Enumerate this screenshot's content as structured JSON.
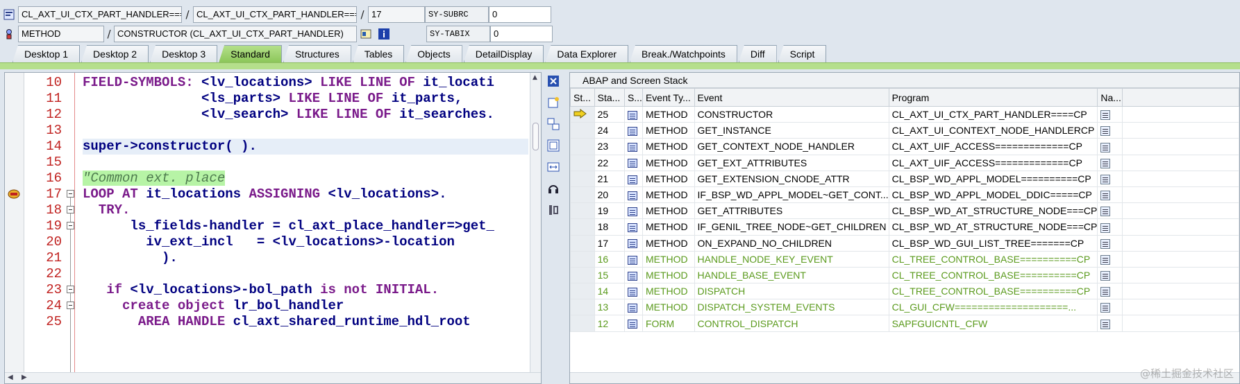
{
  "header": {
    "row1": {
      "class_field": "CL_AXT_UI_CTX_PART_HANDLER===...",
      "program_field": "CL_AXT_UI_CTX_PART_HANDLER===...",
      "line_field": "17",
      "sysvar_label": "SY-SUBRC",
      "sysvar_value": "0"
    },
    "row2": {
      "type_field": "METHOD",
      "method_field": "CONSTRUCTOR (CL_AXT_UI_CTX_PART_HANDLER)",
      "sysvar_label": "SY-TABIX",
      "sysvar_value": "0"
    },
    "separator": "/"
  },
  "tabs": [
    {
      "label": "Desktop 1",
      "active": false
    },
    {
      "label": "Desktop 2",
      "active": false
    },
    {
      "label": "Desktop 3",
      "active": false
    },
    {
      "label": "Standard",
      "active": true
    },
    {
      "label": "Structures",
      "active": false
    },
    {
      "label": "Tables",
      "active": false
    },
    {
      "label": "Objects",
      "active": false
    },
    {
      "label": "DetailDisplay",
      "active": false
    },
    {
      "label": "Data Explorer",
      "active": false
    },
    {
      "label": "Break./Watchpoints",
      "active": false
    },
    {
      "label": "Diff",
      "active": false
    },
    {
      "label": "Script",
      "active": false
    }
  ],
  "code": {
    "line_numbers": [
      "10",
      "11",
      "12",
      "13",
      "14",
      "15",
      "16",
      "17",
      "18",
      "19",
      "20",
      "21",
      "22",
      "23",
      "24",
      "25"
    ],
    "lines": [
      {
        "k1": "FIELD-SYMBOLS: ",
        "t1": "<lv_locations> ",
        "k2": "LIKE LINE OF ",
        "t2": "it_locati"
      },
      {
        "k1": "",
        "t1": "               <ls_parts> ",
        "k2": "LIKE LINE OF ",
        "t2": "it_parts,"
      },
      {
        "k1": "",
        "t1": "               <lv_search> ",
        "k2": "LIKE LINE OF ",
        "t2": "it_searches."
      },
      {
        "k1": "",
        "t1": "",
        "k2": "",
        "t2": ""
      },
      {
        "k1": "",
        "t1": "super->constructor( ).",
        "k2": "",
        "t2": ""
      },
      {
        "k1": "",
        "t1": "",
        "k2": "",
        "t2": ""
      },
      {
        "k1": "",
        "t1": "",
        "k2": "",
        "t2": "",
        "comment": "\"Common ext. place"
      },
      {
        "k1": "LOOP AT ",
        "t1": "it_locations ",
        "k2": "ASSIGNING ",
        "t2": "<lv_locations>."
      },
      {
        "k1": "  TRY.",
        "t1": "",
        "k2": "",
        "t2": ""
      },
      {
        "k1": "",
        "t1": "      ls_fields-handler = cl_axt_place_handler=>get_",
        "k2": "",
        "t2": ""
      },
      {
        "k1": "",
        "t1": "        iv_ext_incl   = <lv_locations>-location",
        "k2": "",
        "t2": ""
      },
      {
        "k1": "",
        "t1": "          ).",
        "k2": "",
        "t2": ""
      },
      {
        "k1": "",
        "t1": "",
        "k2": "",
        "t2": ""
      },
      {
        "k1": "   if ",
        "t1": "<lv_locations>-bol_path ",
        "k2": "is not INITIAL.",
        "t2": ""
      },
      {
        "k1": "     create object ",
        "t1": "lr_bol_handler",
        "k2": "",
        "t2": ""
      },
      {
        "k1": "       AREA HANDLE ",
        "t1": "cl_axt_shared_runtime_hdl_root",
        "k2": "",
        "t2": ""
      }
    ]
  },
  "stack": {
    "title": "ABAP and Screen Stack",
    "columns": [
      "St...",
      "Sta...",
      "S...",
      "Event Ty...",
      "Event",
      "Program",
      "Na..."
    ],
    "rows": [
      {
        "level": "25",
        "type": "METHOD",
        "event": "CONSTRUCTOR",
        "program": "CL_AXT_UI_CTX_PART_HANDLER====CP",
        "current": true,
        "greyed": false
      },
      {
        "level": "24",
        "type": "METHOD",
        "event": "GET_INSTANCE",
        "program": "CL_AXT_UI_CONTEXT_NODE_HANDLERCP",
        "current": false,
        "greyed": false
      },
      {
        "level": "23",
        "type": "METHOD",
        "event": "GET_CONTEXT_NODE_HANDLER",
        "program": "CL_AXT_UIF_ACCESS=============CP",
        "current": false,
        "greyed": false
      },
      {
        "level": "22",
        "type": "METHOD",
        "event": "GET_EXT_ATTRIBUTES",
        "program": "CL_AXT_UIF_ACCESS=============CP",
        "current": false,
        "greyed": false
      },
      {
        "level": "21",
        "type": "METHOD",
        "event": "GET_EXTENSION_CNODE_ATTR",
        "program": "CL_BSP_WD_APPL_MODEL==========CP",
        "current": false,
        "greyed": false
      },
      {
        "level": "20",
        "type": "METHOD",
        "event": "IF_BSP_WD_APPL_MODEL~GET_CONT...",
        "program": "CL_BSP_WD_APPL_MODEL_DDIC=====CP",
        "current": false,
        "greyed": false
      },
      {
        "level": "19",
        "type": "METHOD",
        "event": "GET_ATTRIBUTES",
        "program": "CL_BSP_WD_AT_STRUCTURE_NODE===CP",
        "current": false,
        "greyed": false
      },
      {
        "level": "18",
        "type": "METHOD",
        "event": "IF_GENIL_TREE_NODE~GET_CHILDREN",
        "program": "CL_BSP_WD_AT_STRUCTURE_NODE===CP",
        "current": false,
        "greyed": false
      },
      {
        "level": "17",
        "type": "METHOD",
        "event": "ON_EXPAND_NO_CHILDREN",
        "program": "CL_BSP_WD_GUI_LIST_TREE=======CP",
        "current": false,
        "greyed": false
      },
      {
        "level": "16",
        "type": "METHOD",
        "event": "HANDLE_NODE_KEY_EVENT",
        "program": "CL_TREE_CONTROL_BASE==========CP",
        "current": false,
        "greyed": true
      },
      {
        "level": "15",
        "type": "METHOD",
        "event": "HANDLE_BASE_EVENT",
        "program": "CL_TREE_CONTROL_BASE==========CP",
        "current": false,
        "greyed": true
      },
      {
        "level": "14",
        "type": "METHOD",
        "event": "DISPATCH",
        "program": "CL_TREE_CONTROL_BASE==========CP",
        "current": false,
        "greyed": true
      },
      {
        "level": "13",
        "type": "METHOD",
        "event": "DISPATCH_SYSTEM_EVENTS",
        "program": "CL_GUI_CFW====================...",
        "current": false,
        "greyed": true
      },
      {
        "level": "12",
        "type": "FORM",
        "event": "CONTROL_DISPATCH",
        "program": "SAPFGUICNTL_CFW",
        "current": false,
        "greyed": true
      }
    ]
  },
  "watermark": "@稀土掘金技术社区"
}
